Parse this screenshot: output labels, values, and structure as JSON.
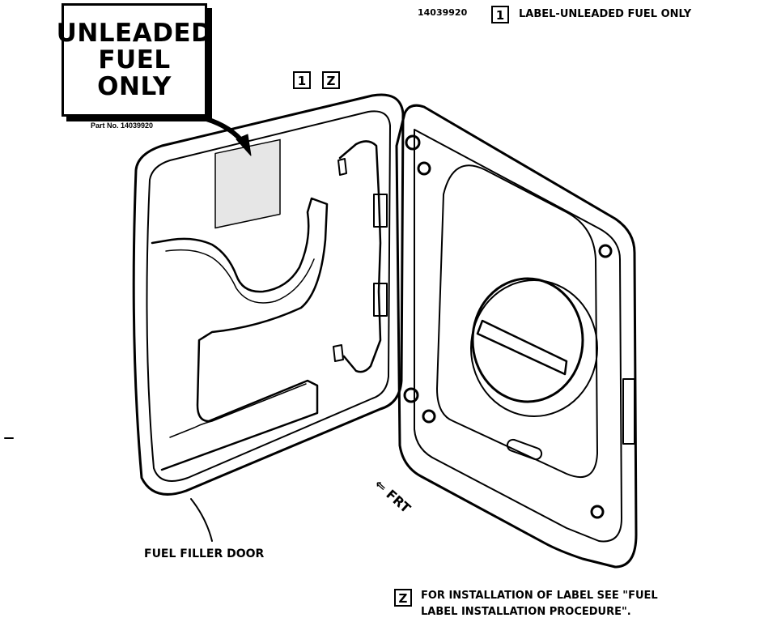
{
  "label_sign": {
    "line1": "UNLEADED",
    "line2": "FUEL",
    "line3": "ONLY",
    "part_no": "Part No. 14039920"
  },
  "legend": {
    "part_number": "14039920",
    "item1_number": "1",
    "item1_text": "LABEL-UNLEADED FUEL ONLY",
    "item2_number": "Z",
    "item2_line1": "FOR INSTALLATION OF LABEL SEE \"FUEL",
    "item2_line2": "LABEL INSTALLATION PROCEDURE\"."
  },
  "callouts": {
    "box1": "1",
    "box2": "Z"
  },
  "captions": {
    "door": "FUEL FILLER DOOR",
    "direction": "FRT",
    "direction_arrow": "⇐"
  }
}
